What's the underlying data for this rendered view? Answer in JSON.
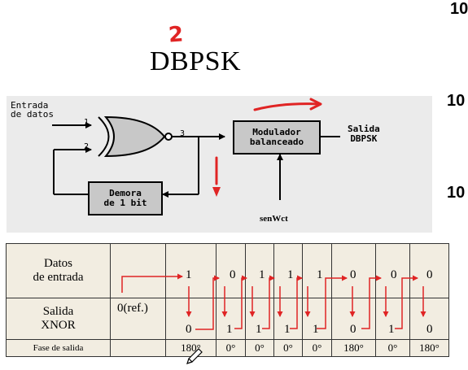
{
  "heading": {
    "mark": "2",
    "title": "DBPSK"
  },
  "edge_digits": [
    "10",
    "10",
    "10"
  ],
  "diagram": {
    "input_label": "Entrada\nde datos",
    "pin_labels": [
      "1",
      "2",
      "3"
    ],
    "modulator_label": "Modulador\nbalanceado",
    "delay_label": "Demora\nde 1 bit",
    "output_label": "Salida\nDBPSK",
    "carrier_label": "senWct"
  },
  "table": {
    "row1_label": "Datos\nde entrada",
    "row2_label": "Salida\nXNOR",
    "row3_label": "Fase de salida",
    "reference": "0(ref.)",
    "data_bits": [
      "1",
      "0",
      "1",
      "1",
      "1",
      "0",
      "0",
      "0"
    ],
    "xnor_bits": [
      "0",
      "1",
      "1",
      "1",
      "1",
      "0",
      "1",
      "0"
    ],
    "phases": [
      "180°",
      "0°",
      "0°",
      "0°",
      "0°",
      "180°",
      "0°",
      "180°"
    ]
  },
  "annotation_color": "#e02424"
}
